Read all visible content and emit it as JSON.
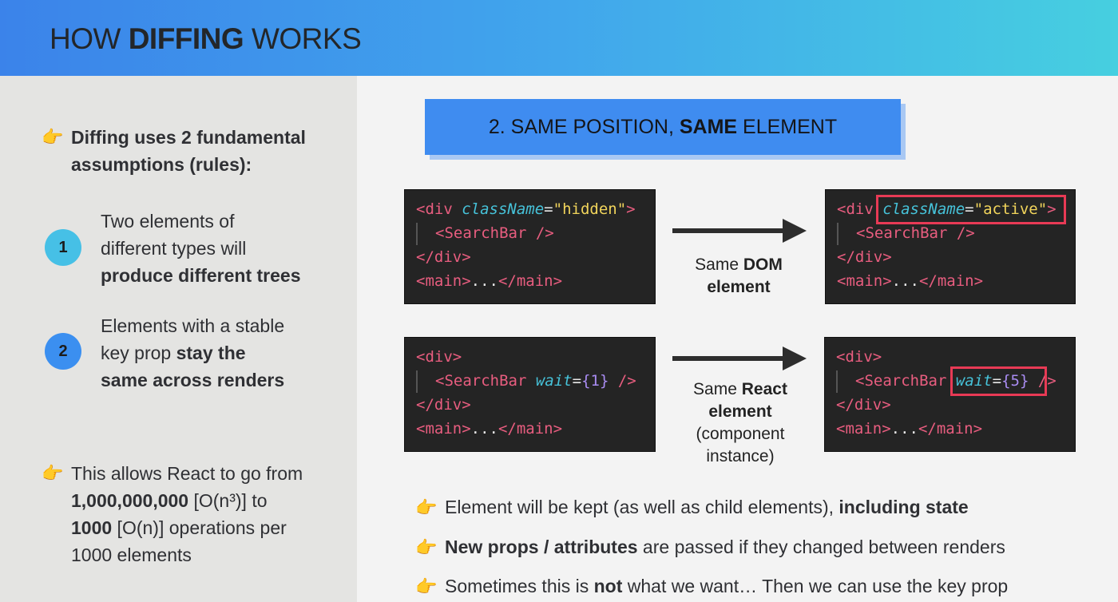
{
  "header": {
    "title_prefix": "HOW ",
    "title_bold": "DIFFING",
    "title_suffix": " WORKS"
  },
  "left": {
    "intro": {
      "line1": "Diffing uses 2 fundamental",
      "line2": "assumptions (rules):"
    },
    "rules": [
      {
        "number": "1",
        "line1": "Two elements of",
        "line2": "different types will",
        "line3_bold": "produce different trees",
        "color": "#46c0e6"
      },
      {
        "number": "2",
        "line1": "Elements with a stable",
        "line2_plain": "key prop ",
        "line2_bold": "stay the",
        "line3_bold": "same across renders",
        "color": "#3b8ff0"
      }
    ],
    "outro": {
      "line1": "This allows React to go from",
      "line2_bold": "1,000,000,000",
      "line2_plain": " [O(n³)] to",
      "line3_bold": "1000",
      "line3_plain": " [O(n)] operations per",
      "line4": "1000 elements"
    }
  },
  "section": {
    "prefix": "2. SAME POSITION, ",
    "bold": "SAME",
    "suffix": " ELEMENT"
  },
  "code1": {
    "before": {
      "tag_open": "<div",
      "attr": "className",
      "eq": "=",
      "value": "\"hidden\"",
      "close": ">",
      "child": "<SearchBar",
      "child_close": " />",
      "end": "</div>",
      "main_open": "<main>",
      "dots": "...",
      "main_close": "</main>"
    },
    "after": {
      "tag_open": "<div",
      "attr": "className",
      "eq": "=",
      "value": "\"active\"",
      "close": ">",
      "child": "<SearchBar",
      "child_close": " />",
      "end": "</div>",
      "main_open": "<main>",
      "dots": "...",
      "main_close": "</main>"
    }
  },
  "code2": {
    "before": {
      "div": "<div>",
      "child": "<SearchBar",
      "attr": "wait",
      "eq": "=",
      "lb": "{",
      "num": "1",
      "rb": "}",
      "child_close": " />",
      "end": "</div>",
      "main_open": "<main>",
      "dots": "...",
      "main_close": "</main>"
    },
    "after": {
      "div": "<div>",
      "child": "<SearchBar",
      "attr": "wait",
      "eq": "=",
      "lb": "{",
      "num": "5",
      "rb": "}",
      "child_close": " />",
      "end": "</div>",
      "main_open": "<main>",
      "dots": "...",
      "main_close": "</main>"
    }
  },
  "labels": {
    "first": {
      "plain": "Same ",
      "bold": "DOM",
      "line2_bold": "element"
    },
    "second": {
      "plain": "Same ",
      "bold": "React",
      "line2_bold": "element",
      "line3": "(component",
      "line4": "instance)"
    }
  },
  "bullets": [
    {
      "plain": "Element will be kept (as well as child elements), ",
      "bold": "including state"
    },
    {
      "bold": "New props / attributes",
      "plain": " are passed if they changed between renders"
    },
    {
      "plain1": "Sometimes this is ",
      "bold": "not",
      "plain2": " what we want… Then we can use the key prop"
    }
  ],
  "icons": {
    "bullet": "pointing-hand-icon",
    "arrow": "right-arrow-icon"
  },
  "colors": {
    "accent_blue": "#3f8cf0",
    "highlight_red": "#e83a55",
    "code_bg": "#242424"
  }
}
